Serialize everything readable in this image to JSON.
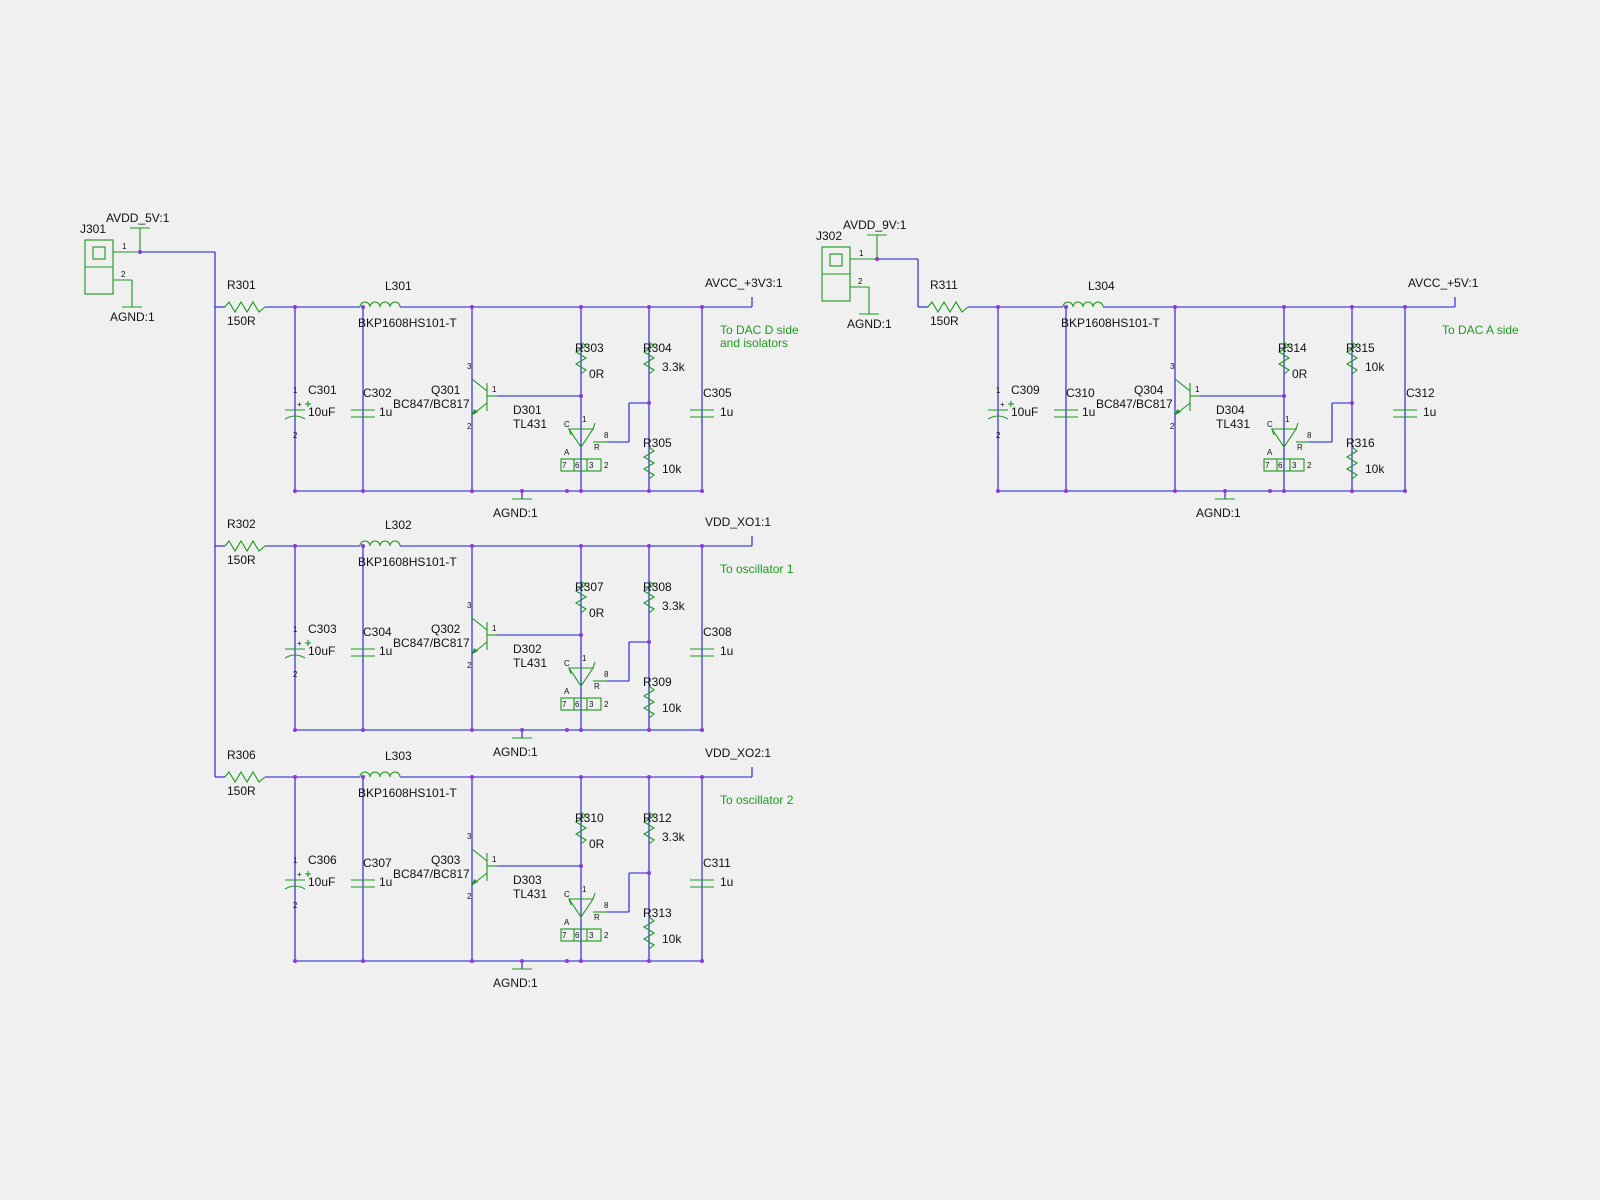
{
  "colors": {
    "background": "#f0f0f0",
    "wire": "#1a1ad6",
    "component": "#1a9a1a",
    "junction": "#8a3ad6",
    "note": "#1f9a1f"
  },
  "connectors": [
    {
      "ref": "J301",
      "pin1_net": "AVDD_5V:1",
      "pin2_net": "AGND:1",
      "pin1": "1",
      "pin2": "2"
    },
    {
      "ref": "J302",
      "pin1_net": "AVDD_9V:1",
      "pin2_net": "AGND:1",
      "pin1": "1",
      "pin2": "2"
    }
  ],
  "regulators": [
    {
      "id": "u1",
      "r_in": "R301",
      "r_in_val": "150R",
      "ind": "L301",
      "ind_val": "BKP1608HS101-T",
      "c_bulk": "C301",
      "c_bulk_val": "10uF",
      "c_dec": "C302",
      "c_dec_val": "1u",
      "q": "Q301",
      "q_val": "BC847/BC817",
      "d": "D301",
      "d_val": "TL431",
      "r_a": "R303",
      "r_a_val": "0R",
      "r_b": "R304",
      "r_b_val": "3.3k",
      "r_c": "R305",
      "r_c_val": "10k",
      "c_out": "C305",
      "c_out_val": "1u",
      "out_net": "AVCC_+3V3:1",
      "note": [
        "To DAC D side",
        "and isolators"
      ],
      "gnd": "AGND:1"
    },
    {
      "id": "u2",
      "r_in": "R302",
      "r_in_val": "150R",
      "ind": "L302",
      "ind_val": "BKP1608HS101-T",
      "c_bulk": "C303",
      "c_bulk_val": "10uF",
      "c_dec": "C304",
      "c_dec_val": "1u",
      "q": "Q302",
      "q_val": "BC847/BC817",
      "d": "D302",
      "d_val": "TL431",
      "r_a": "R307",
      "r_a_val": "0R",
      "r_b": "R308",
      "r_b_val": "3.3k",
      "r_c": "R309",
      "r_c_val": "10k",
      "c_out": "C308",
      "c_out_val": "1u",
      "out_net": "VDD_XO1:1",
      "note": [
        "To oscillator 1"
      ],
      "gnd": "AGND:1"
    },
    {
      "id": "u3",
      "r_in": "R306",
      "r_in_val": "150R",
      "ind": "L303",
      "ind_val": "BKP1608HS101-T",
      "c_bulk": "C306",
      "c_bulk_val": "10uF",
      "c_dec": "C307",
      "c_dec_val": "1u",
      "q": "Q303",
      "q_val": "BC847/BC817",
      "d": "D303",
      "d_val": "TL431",
      "r_a": "R310",
      "r_a_val": "0R",
      "r_b": "R312",
      "r_b_val": "3.3k",
      "r_c": "R313",
      "r_c_val": "10k",
      "c_out": "C311",
      "c_out_val": "1u",
      "out_net": "VDD_XO2:1",
      "note": [
        "To oscillator 2"
      ],
      "gnd": "AGND:1"
    },
    {
      "id": "u4",
      "r_in": "R311",
      "r_in_val": "150R",
      "ind": "L304",
      "ind_val": "BKP1608HS101-T",
      "c_bulk": "C309",
      "c_bulk_val": "10uF",
      "c_dec": "C310",
      "c_dec_val": "1u",
      "q": "Q304",
      "q_val": "BC847/BC817",
      "d": "D304",
      "d_val": "TL431",
      "r_a": "R314",
      "r_a_val": "0R",
      "r_b": "R315",
      "r_b_val": "10k",
      "r_c": "R316",
      "r_c_val": "10k",
      "c_out": "C312",
      "c_out_val": "1u",
      "out_net": "AVCC_+5V:1",
      "note": [
        "To DAC A side"
      ],
      "gnd": "AGND:1"
    }
  ],
  "pins": {
    "p1": "1",
    "p2": "2",
    "p3": "3",
    "p6": "6",
    "p7": "7",
    "p8": "8",
    "anode": "A",
    "cathode": "C",
    "ref": "R",
    "plus": "+"
  }
}
